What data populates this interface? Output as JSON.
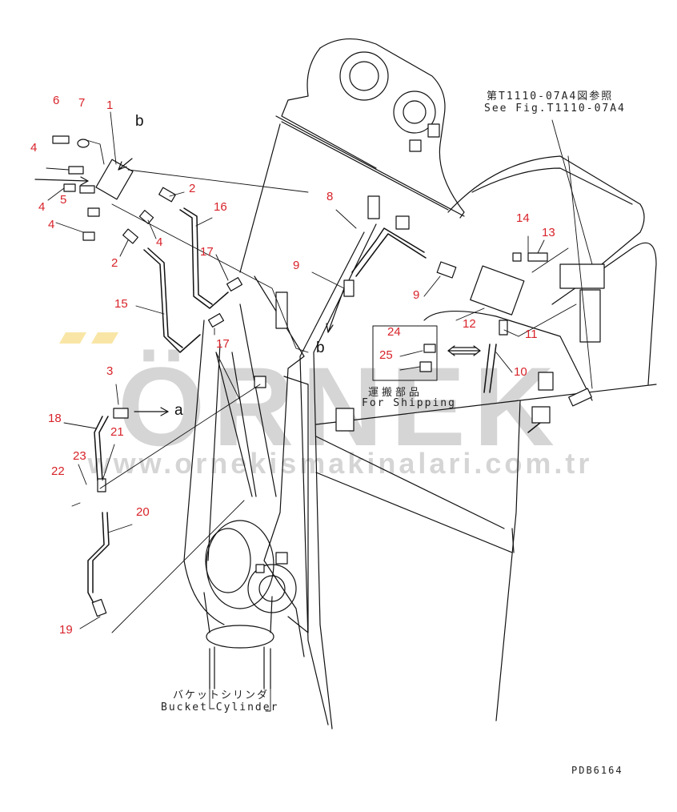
{
  "part_numbers": {
    "n1": "1",
    "n2a": "2",
    "n2b": "2",
    "n3": "3",
    "n4a": "4",
    "n4b": "4",
    "n4c": "4",
    "n4d": "4",
    "n5": "5",
    "n6": "6",
    "n7": "7",
    "n8": "8",
    "n9a": "9",
    "n9b": "9",
    "n10": "10",
    "n11": "11",
    "n12": "12",
    "n13": "13",
    "n14": "14",
    "n15": "15",
    "n16": "16",
    "n17a": "17",
    "n17b": "17",
    "n18": "18",
    "n19": "19",
    "n20": "20",
    "n21": "21",
    "n22": "22",
    "n23": "23",
    "n24": "24",
    "n25": "25"
  },
  "letters": {
    "b_top": "b",
    "b_mid": "b",
    "a": "a"
  },
  "see_fig": {
    "jp": "第T1110-07A4図参照",
    "en": "See Fig.T1110-07A4"
  },
  "shipping": {
    "jp": "運搬部品",
    "en": "For Shipping"
  },
  "bucket_cylinder": {
    "jp": "バケットシリンダ",
    "en": "Bucket Cylinder"
  },
  "drawing_code": "PDB6164",
  "watermark": {
    "logo": "ÖRNEK",
    "url": "www.ornekismakinalari.com.tr"
  },
  "colors": {
    "part_number": "#d8232a",
    "line": "#111111",
    "watermark": "#c8c8c8",
    "watermark_dots": "#f5d66a"
  }
}
